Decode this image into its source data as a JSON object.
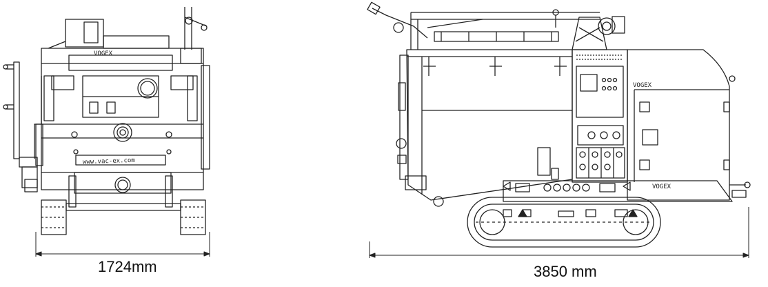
{
  "front_view": {
    "logo_text": "VOGEX",
    "website_text": "www.vac-ex.com",
    "width_dimension": "1724mm"
  },
  "side_view": {
    "logo_text": "VOGEX",
    "logo_text_lower": "VOGEX",
    "length_dimension": "3850 mm"
  }
}
